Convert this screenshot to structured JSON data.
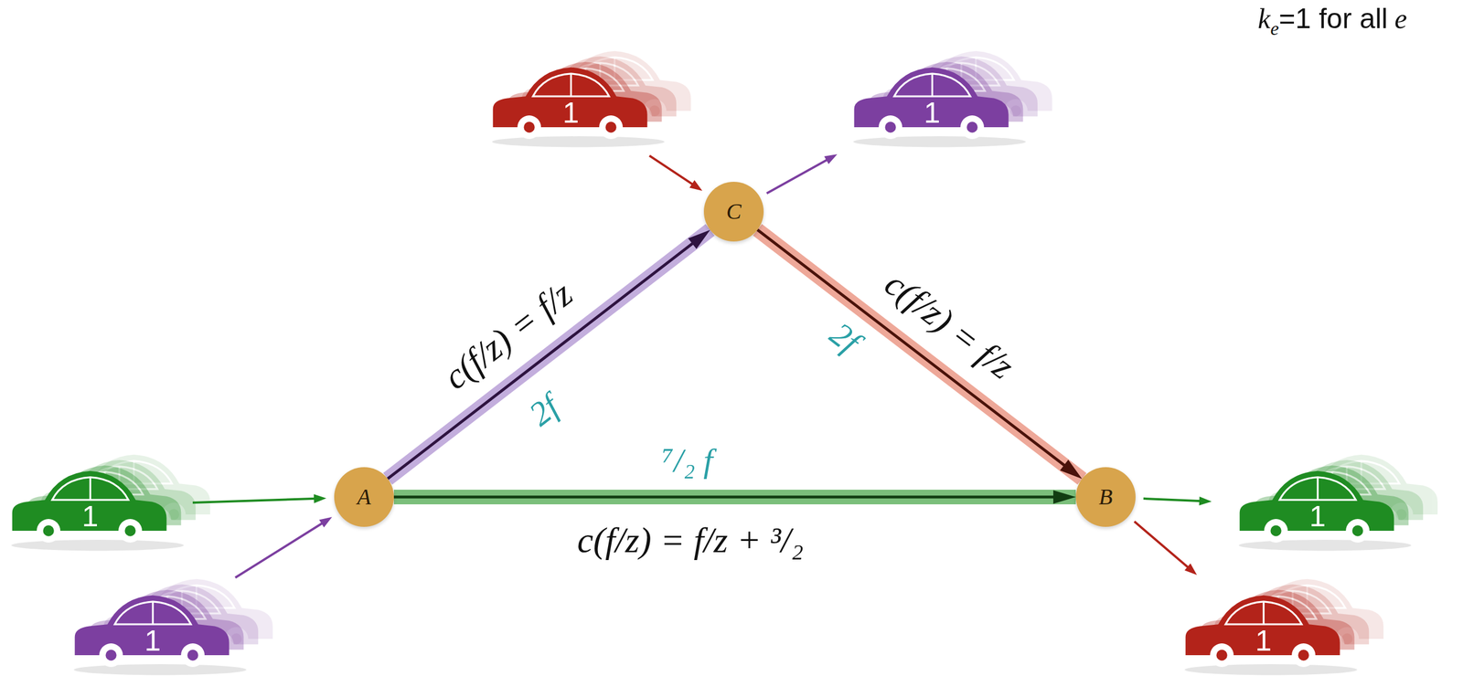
{
  "diagram": {
    "nodes": [
      {
        "text": [
          "1"
        ]
      },
      {
        "text": [
          "1"
        ]
      },
      {
        "text": [
          "C"
        ]
      },
      {
        "text": [
          "1"
        ]
      },
      {
        "text": [
          "A"
        ]
      },
      {
        "text": [
          "B"
        ]
      },
      {
        "text": [
          "1"
        ]
      },
      {
        "text": [
          "1"
        ]
      },
      {
        "text": [
          "1"
        ]
      }
    ],
    "edges": [
      {
        "from": 4,
        "to": 2,
        "arrow": "to",
        "label": "c(f/z) = f/z"
      },
      {
        "from": 2,
        "to": 5,
        "arrow": "to",
        "label": "c(f/z) = f/z"
      },
      {
        "from": 4,
        "to": 5,
        "arrow": "to",
        "label": "c(f/z) = f/z + ³/₂"
      },
      {
        "from": 0,
        "to": 2,
        "arrow": "to"
      },
      {
        "from": 2,
        "to": 1,
        "arrow": "to"
      },
      {
        "from": 3,
        "to": 4,
        "arrow": "to"
      },
      {
        "from": 7,
        "to": 4,
        "arrow": "to"
      },
      {
        "from": 5,
        "to": 6,
        "arrow": "to"
      },
      {
        "from": 5,
        "to": 8,
        "arrow": "to"
      }
    ],
    "labels": [
      "k",
      "e",
      "=1 for all",
      "e",
      "2f",
      "2f",
      "⁷/₂ f"
    ]
  }
}
